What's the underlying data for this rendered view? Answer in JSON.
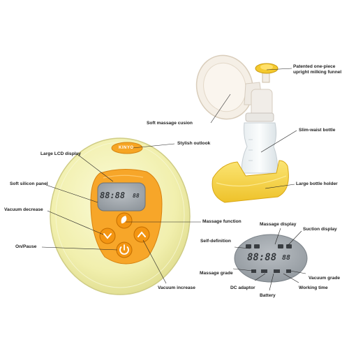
{
  "product": {
    "brand_label": "KINYO",
    "lcd_digits": "88:88",
    "lcd_small": "88"
  },
  "labels": {
    "patented_funnel": "Patented one-piece upright milking funnel",
    "soft_massage_cushion": "Soft massage cusion",
    "slim_waist_bottle": "Slim-waist bottle",
    "stylish_outlook": "Stylish outlook",
    "large_lcd_display": "Large LCD display",
    "large_bottle_holder": "Large bottle holder",
    "soft_silicon_panel": "Soft silicon panel",
    "vacuum_decrease": "Vacuum decrease",
    "massage_function": "Massage function",
    "on_pause": "On/Pause",
    "vacuum_increase": "Vacuum increase"
  },
  "lcd_panel": {
    "digits": "88:88",
    "small_digits": "88",
    "labels": {
      "massage_display": "Massage display",
      "suction_display": "Suction display",
      "self_definition": "Self-definition",
      "massage_grade": "Massage grade",
      "vacuum_grade": "Vacuum grade",
      "dc_adaptor": "DC adaptor",
      "battery": "Battery",
      "working_time": "Working time"
    }
  },
  "colors": {
    "body_yellow": "#f2f0b0",
    "accent_orange": "#f39a1e",
    "holder_yellow": "#f6d84a",
    "lcd_gray": "#9aa0a6",
    "lcd_dark": "#34383c"
  }
}
